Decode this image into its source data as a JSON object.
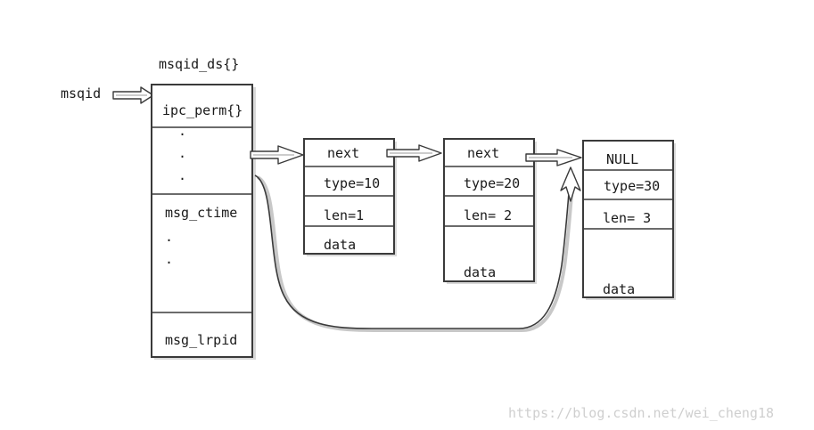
{
  "diagram": {
    "title": "msqid_ds{}",
    "pointer_label": "msqid",
    "struct_fields": {
      "ipc_perm": "ipc_perm{}",
      "dot": ".",
      "msg_ctime": "msg_ctime",
      "msg_lrpid": "msg_lrpid"
    },
    "messages": [
      {
        "next": "next",
        "type": "type=10",
        "len": "len=1",
        "data": "data"
      },
      {
        "next": "next",
        "type": "type=20",
        "len": "len= 2",
        "data": "data"
      },
      {
        "next": "NULL",
        "type": "type=30",
        "len": "len= 3",
        "data": "data"
      }
    ],
    "watermark": "https://blog.csdn.net/wei_cheng18"
  },
  "colors": {
    "stroke": "#3a3a3a",
    "shadow": "#d9d9d9",
    "text": "#1a1a1a",
    "watermark": "#cfcfcf"
  }
}
